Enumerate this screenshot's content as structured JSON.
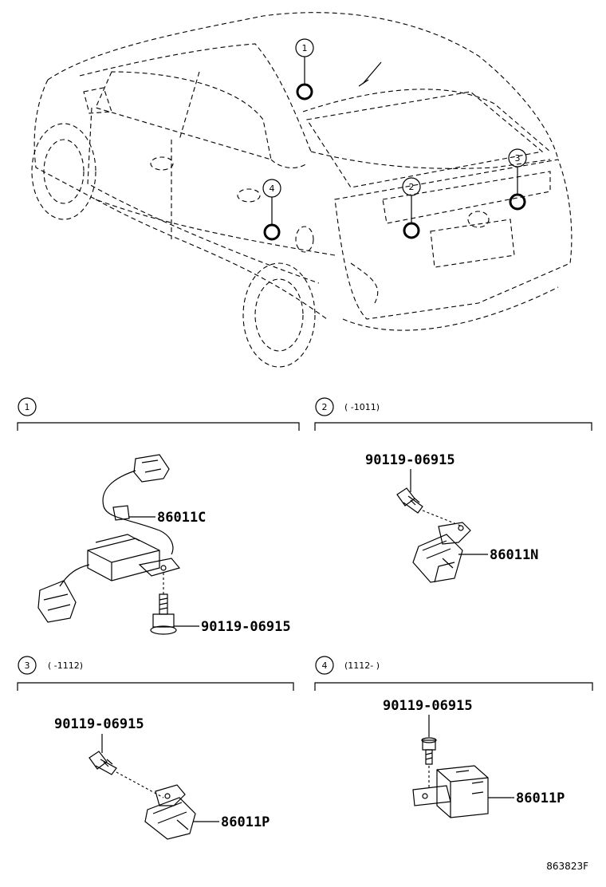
{
  "car_callouts": [
    "1",
    "2",
    "3",
    "4"
  ],
  "sections": [
    {
      "number": "1",
      "note": ""
    },
    {
      "number": "2",
      "note": "(      -1011)"
    },
    {
      "number": "3",
      "note": "(      -1112)"
    },
    {
      "number": "4",
      "note": "(1112-      )"
    }
  ],
  "parts": {
    "s1_module": "86011C",
    "s1_bolt": "90119-06915",
    "s2_bolt": "90119-06915",
    "s2_part": "86011N",
    "s3_bolt": "90119-06915",
    "s3_part": "86011P",
    "s4_bolt": "90119-06915",
    "s4_part": "86011P"
  },
  "footer_code": "863823F"
}
